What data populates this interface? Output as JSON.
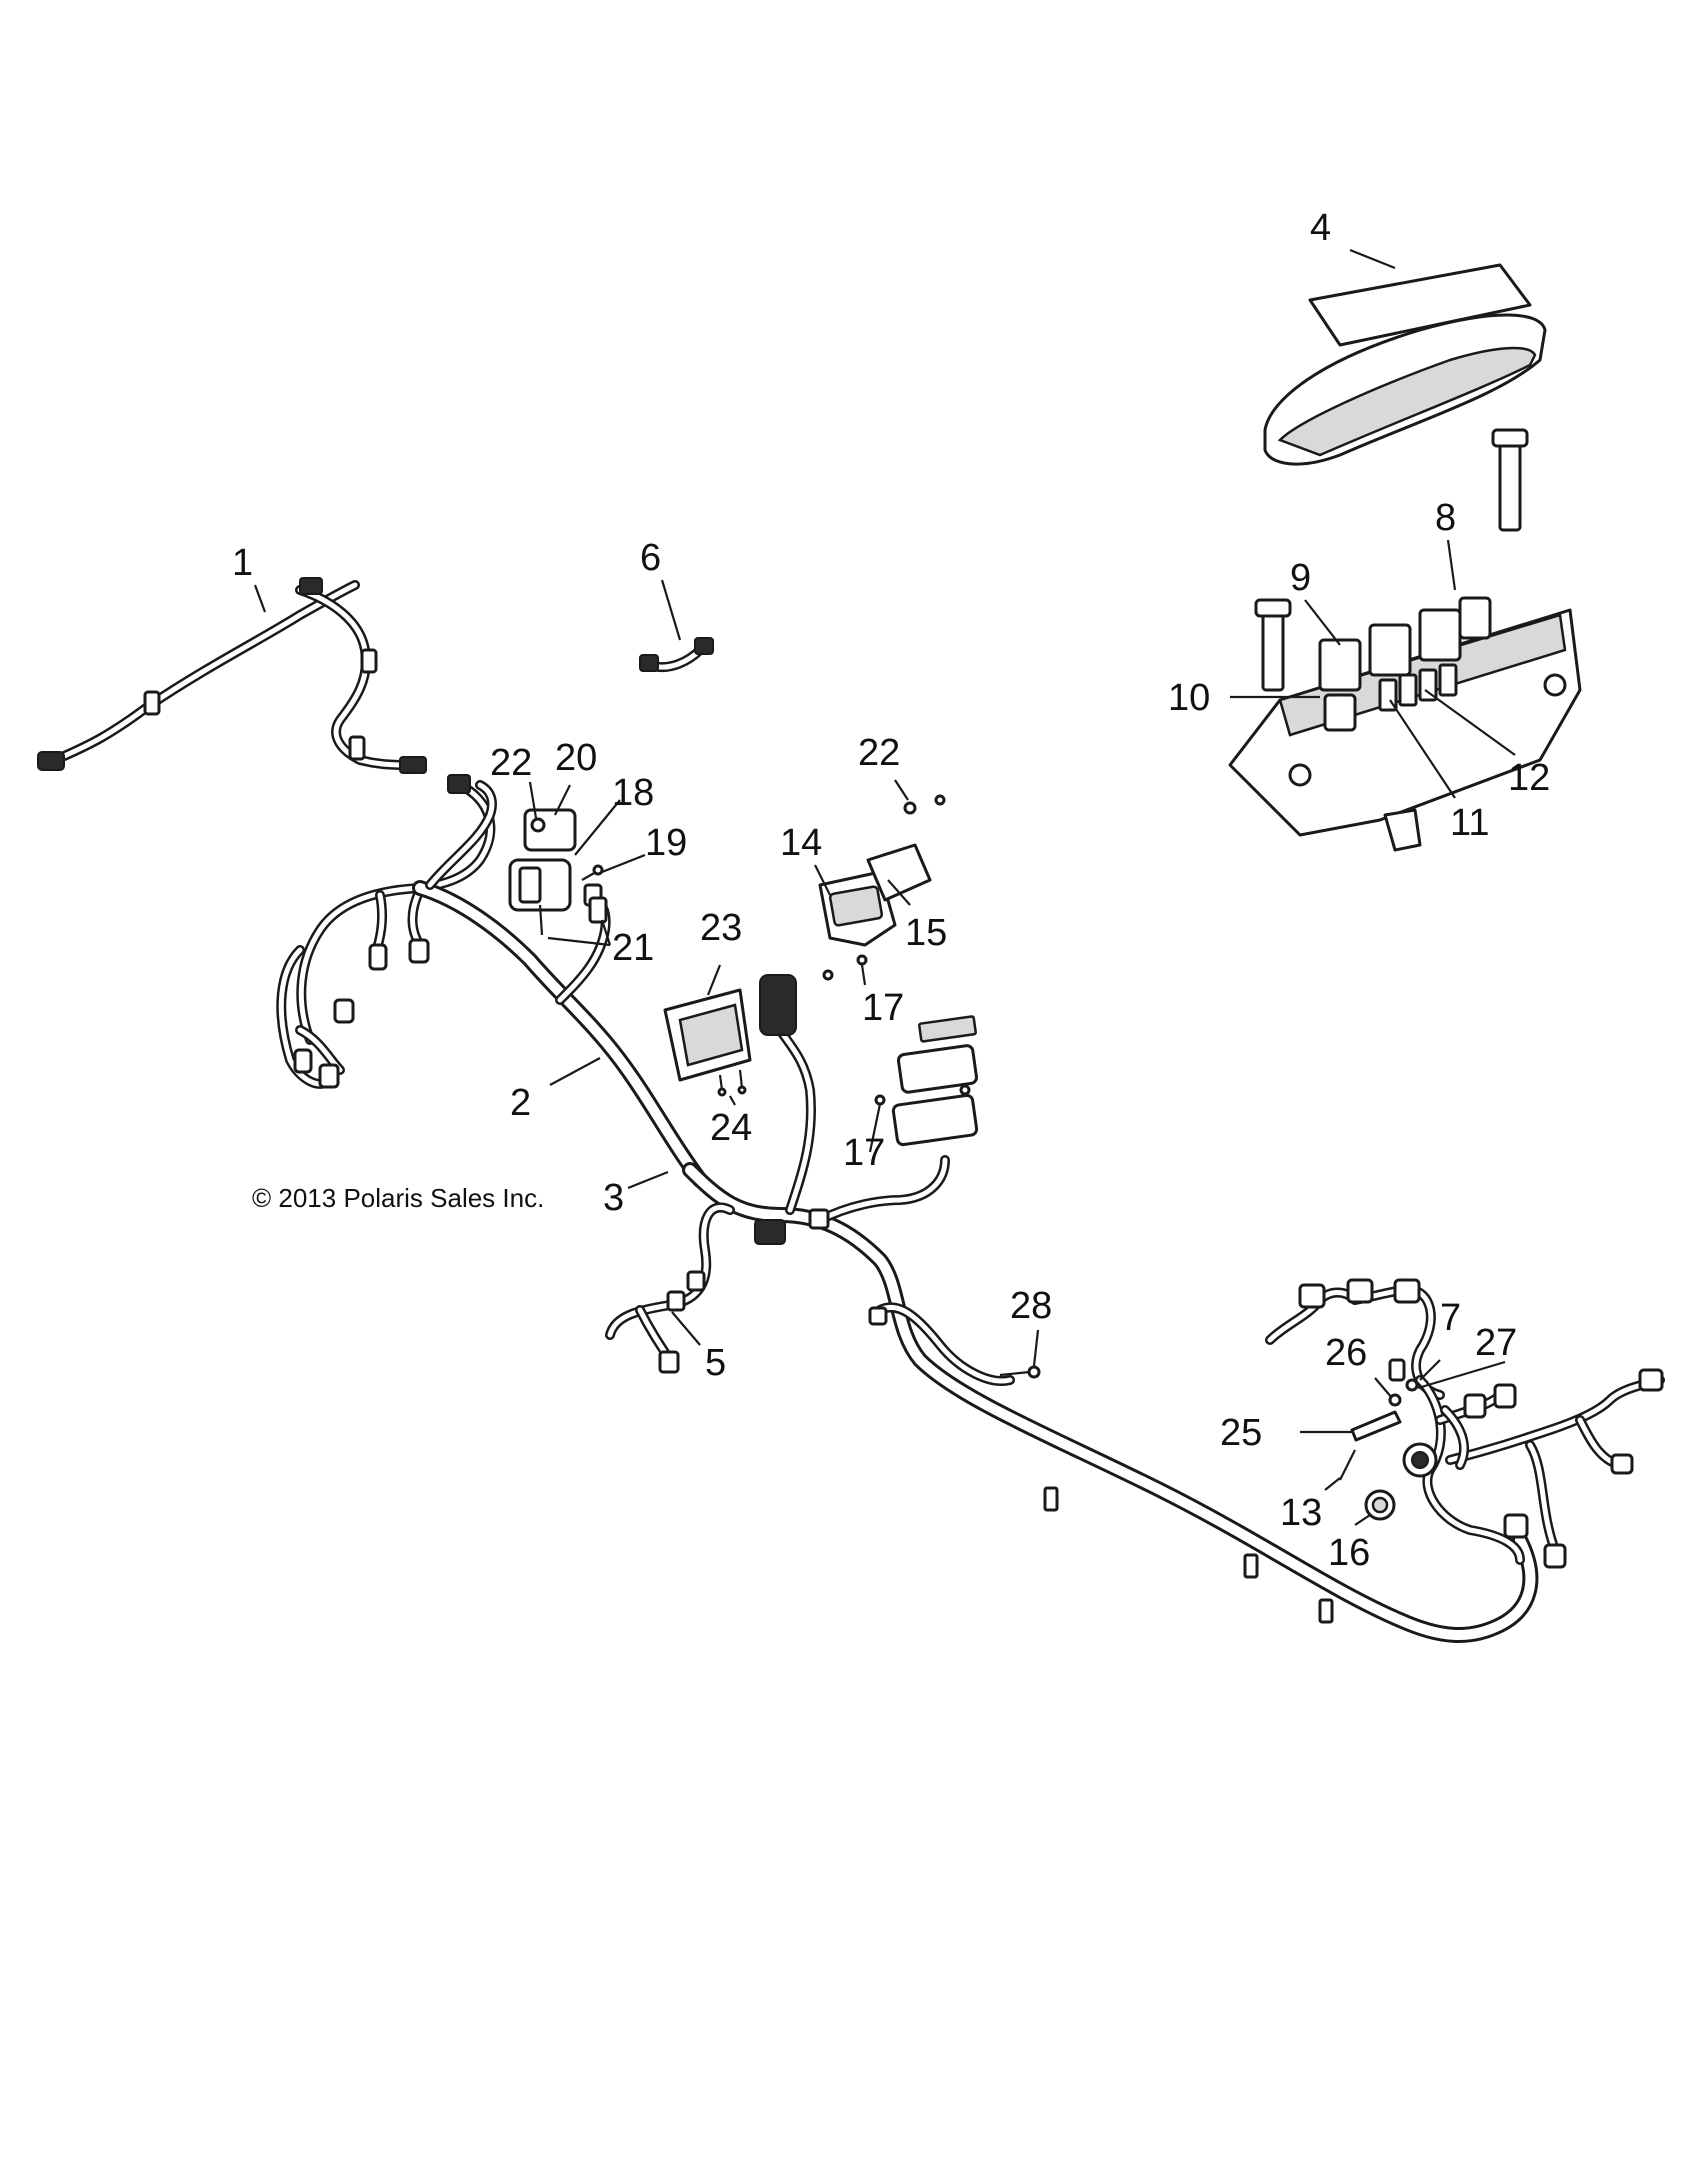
{
  "copyright": "© 2013 Polaris Sales Inc.",
  "callouts": [
    {
      "id": "1",
      "label": "1"
    },
    {
      "id": "2",
      "label": "2"
    },
    {
      "id": "3",
      "label": "3"
    },
    {
      "id": "4",
      "label": "4"
    },
    {
      "id": "5",
      "label": "5"
    },
    {
      "id": "6",
      "label": "6"
    },
    {
      "id": "7",
      "label": "7"
    },
    {
      "id": "8",
      "label": "8"
    },
    {
      "id": "9",
      "label": "9"
    },
    {
      "id": "10",
      "label": "10"
    },
    {
      "id": "11",
      "label": "11"
    },
    {
      "id": "12",
      "label": "12"
    },
    {
      "id": "13",
      "label": "13"
    },
    {
      "id": "14",
      "label": "14"
    },
    {
      "id": "15",
      "label": "15"
    },
    {
      "id": "16",
      "label": "16"
    },
    {
      "id": "17a",
      "label": "17"
    },
    {
      "id": "17b",
      "label": "17"
    },
    {
      "id": "18",
      "label": "18"
    },
    {
      "id": "19",
      "label": "19"
    },
    {
      "id": "20",
      "label": "20"
    },
    {
      "id": "21",
      "label": "21"
    },
    {
      "id": "22a",
      "label": "22"
    },
    {
      "id": "22b",
      "label": "22"
    },
    {
      "id": "23",
      "label": "23"
    },
    {
      "id": "24",
      "label": "24"
    },
    {
      "id": "25",
      "label": "25"
    },
    {
      "id": "26",
      "label": "26"
    },
    {
      "id": "27",
      "label": "27"
    },
    {
      "id": "28",
      "label": "28"
    }
  ]
}
